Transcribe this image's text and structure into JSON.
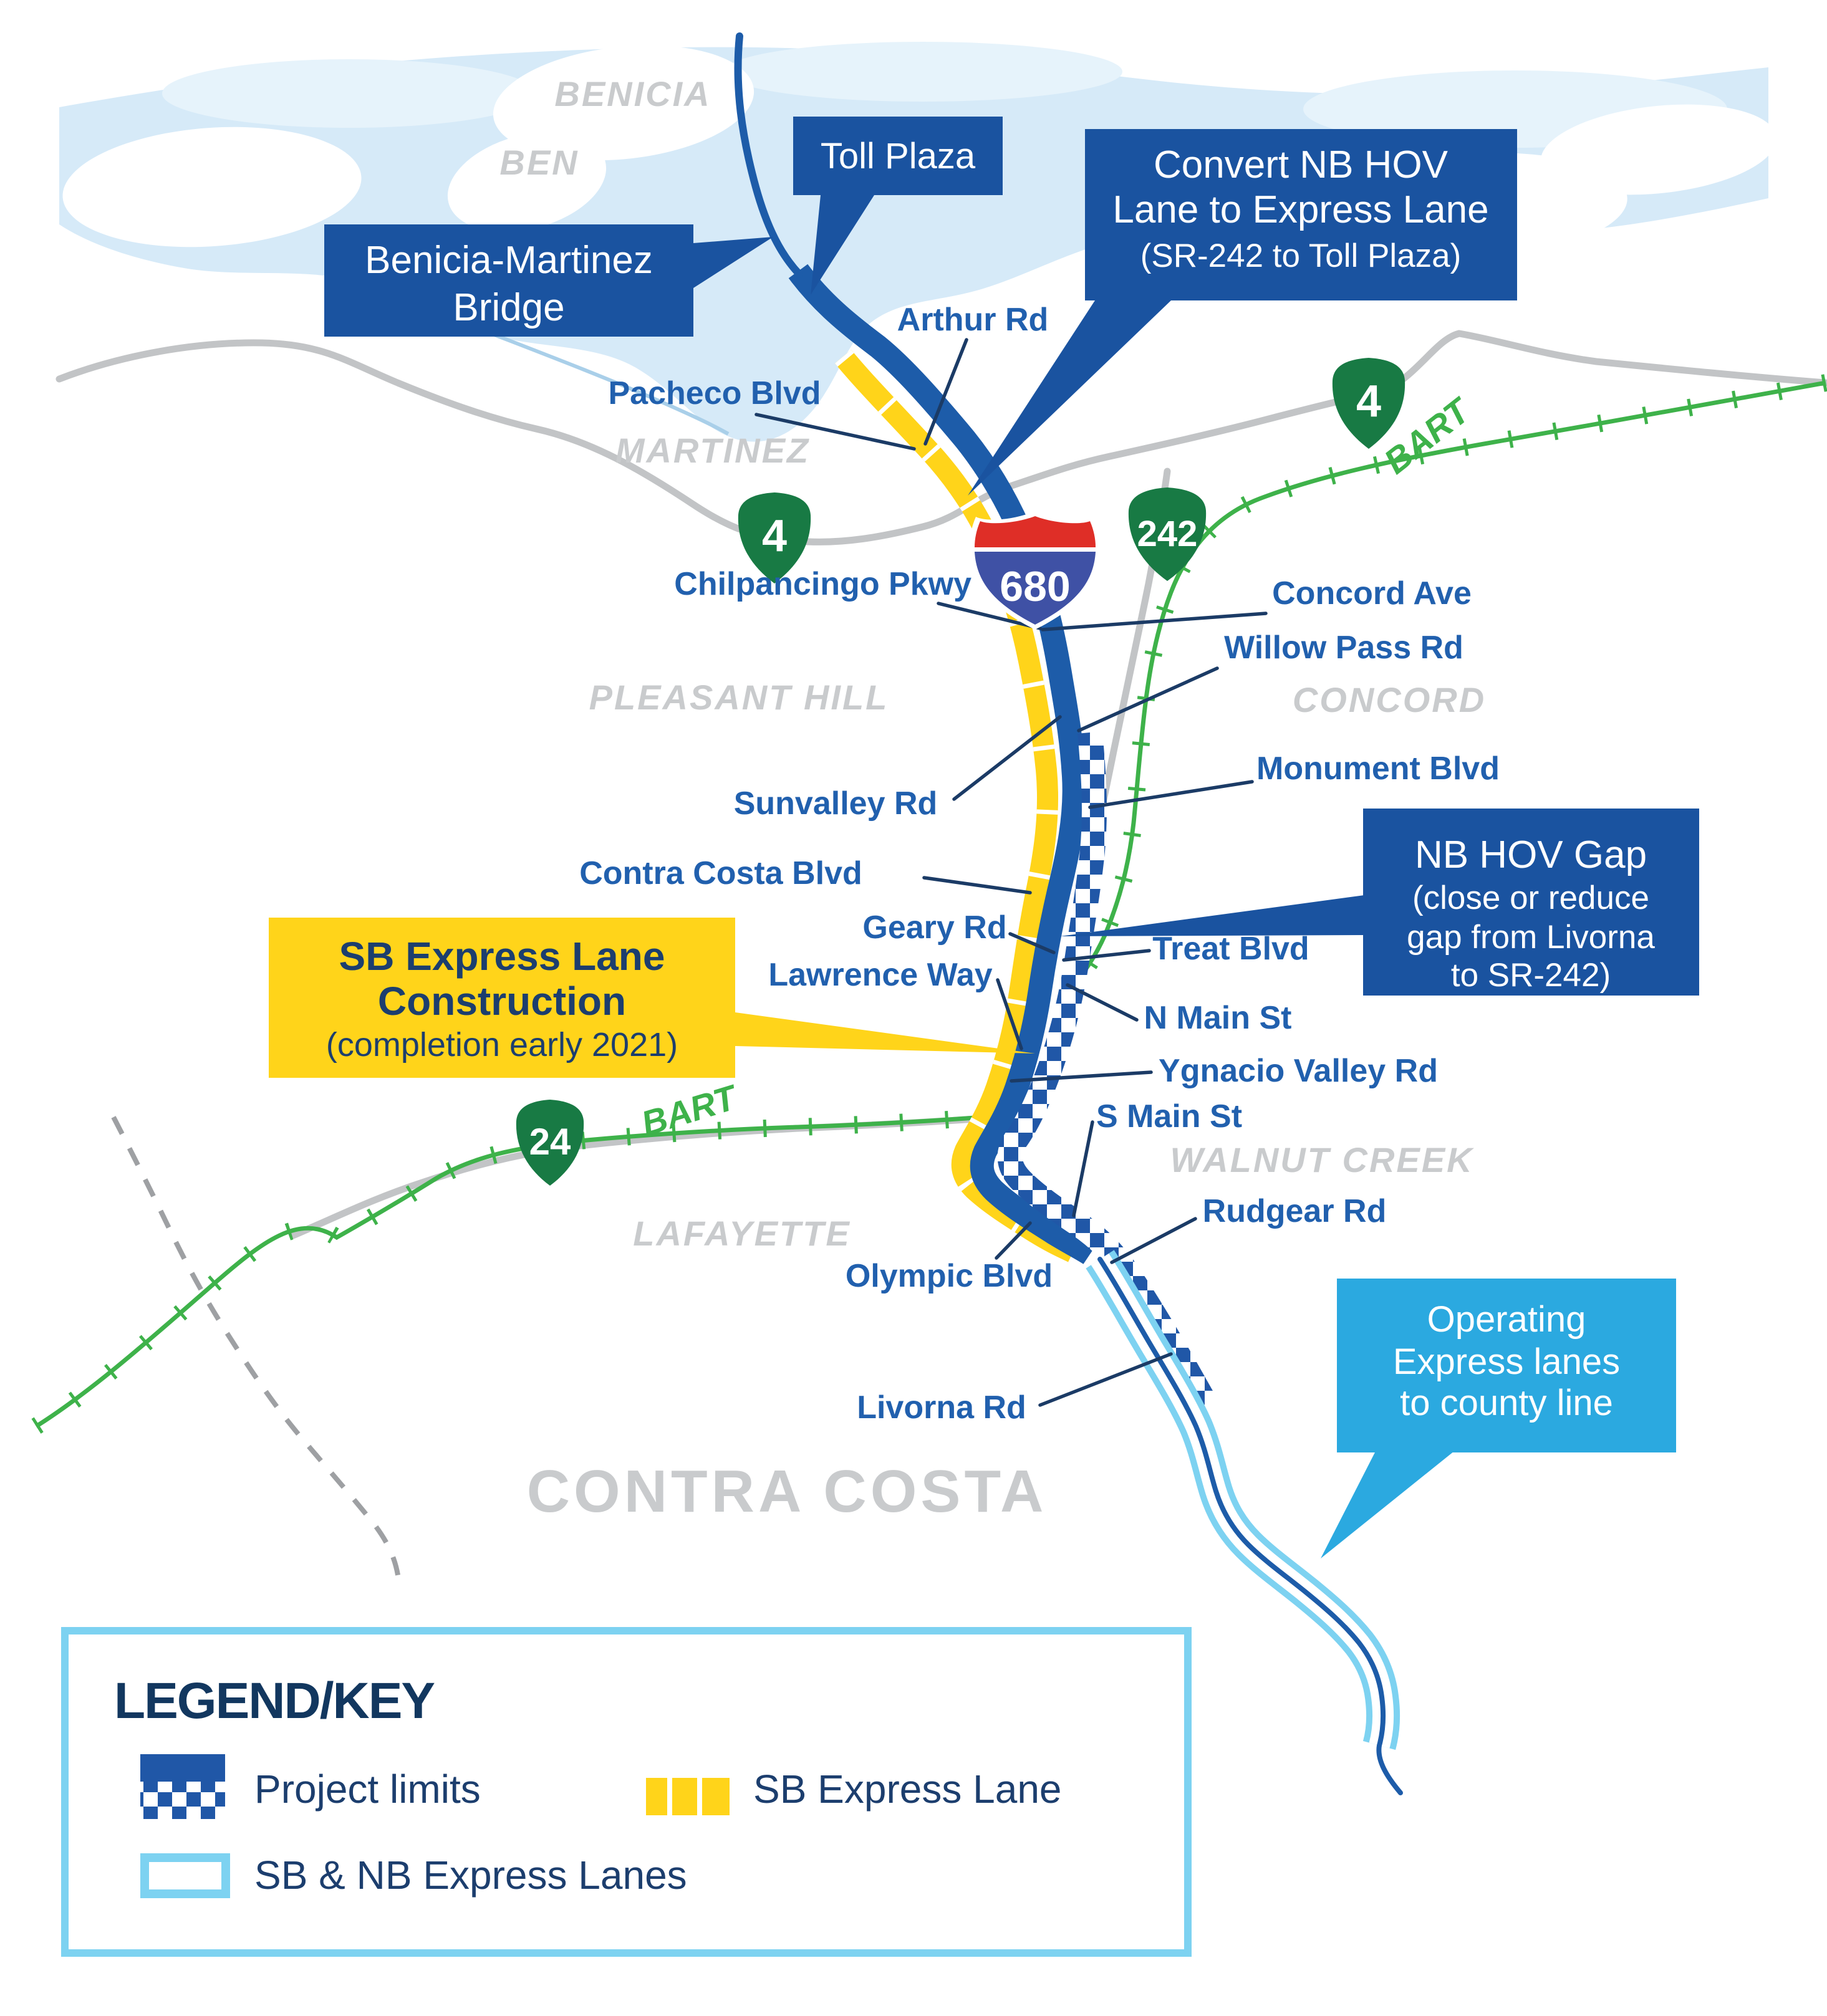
{
  "map": {
    "city_labels": {
      "benicia": "BENICIA",
      "benicia_partial": "BEN",
      "martinez": "MARTINEZ",
      "pleasant_hill": "PLEASANT HILL",
      "concord": "CONCORD",
      "walnut_creek": "WALNUT CREEK",
      "lafayette": "LAFAYETTE",
      "contra_costa": "CONTRA COSTA"
    },
    "road_labels": {
      "arthur": "Arthur Rd",
      "pacheco": "Pacheco Blvd",
      "chilpancingo": "Chilpancingo Pkwy",
      "concord_ave": "Concord Ave",
      "willow_pass": "Willow Pass Rd",
      "sunvalley": "Sunvalley Rd",
      "contra_costa_blvd": "Contra Costa Blvd",
      "monument": "Monument Blvd",
      "geary": "Geary Rd",
      "treat": "Treat Blvd",
      "lawrence": "Lawrence Way",
      "n_main": "N Main St",
      "ygnacio": "Ygnacio Valley Rd",
      "s_main": "S Main St",
      "rudgear": "Rudgear Rd",
      "olympic": "Olympic Blvd",
      "livorna": "Livorna Rd"
    },
    "bart_labels": {
      "northeast": "BART",
      "west": "BART"
    },
    "shields": {
      "i680": "680",
      "sr4_west": "4",
      "sr4_east": "4",
      "sr242": "242",
      "sr24": "24"
    },
    "callouts": {
      "toll_plaza": {
        "line1": "Toll Plaza"
      },
      "bridge": {
        "line1": "Benicia-Martinez",
        "line2": "Bridge"
      },
      "convert": {
        "line1": "Convert NB HOV",
        "line2": "Lane to Express Lane",
        "line3": "(SR-242 to Toll Plaza)"
      },
      "nb_hov_gap": {
        "line1": "NB HOV Gap",
        "line2": "(close or reduce",
        "line3": "gap from Livorna",
        "line4": "to SR-242)"
      },
      "sb_construction": {
        "line1": "SB Express Lane",
        "line2": "Construction",
        "line3": "(completion early 2021)"
      },
      "operating": {
        "line1": "Operating",
        "line2": "Express lanes",
        "line3": "to county line"
      }
    },
    "legend": {
      "title": "LEGEND/KEY",
      "items": [
        {
          "label": "Project limits"
        },
        {
          "label": "SB Express Lane"
        },
        {
          "label": "SB & NB Express Lanes"
        }
      ]
    },
    "colors": {
      "navy_callout": "#1A53A0",
      "highway_blue": "#1D5CA9",
      "interstate_blue": "#3F51A5",
      "interstate_red": "#DF2E27",
      "express_yellow": "#FFD41A",
      "light_blue": "#7DD2F1",
      "operating_blue": "#2BA9E0",
      "bart_green": "#3EB24A",
      "shield_green": "#187A44",
      "road_gray": "#C2C4C6",
      "dash_gray": "#9EA0A3",
      "city_gray": "#C9CBCD",
      "label_blue": "#2160AE",
      "leader_navy": "#1B3B66",
      "legend_border": "#7DD2F1",
      "legend_title": "#12375F",
      "legend_text": "#1C3E6E",
      "water": "#D6EAF8",
      "water_light": "#E6F3FB"
    }
  }
}
